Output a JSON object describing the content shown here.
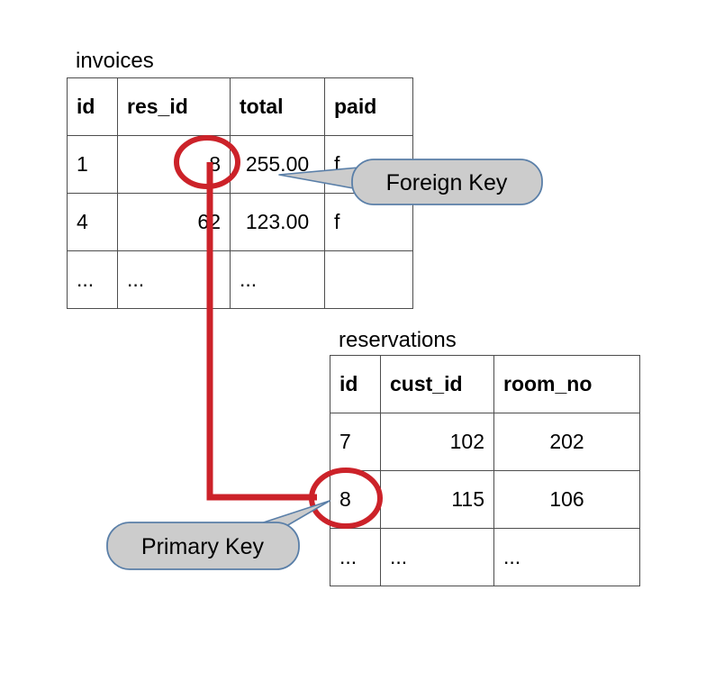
{
  "diagram": {
    "type": "database-relationship-diagram",
    "background_color": "#ffffff",
    "line_color": "#cc2229",
    "table_border_color": "#4d4d4d",
    "callout_fill": "#cccccc",
    "callout_border": "#5a7fa8",
    "text_color": "#000000"
  },
  "invoices": {
    "title": "invoices",
    "columns": [
      "id",
      "res_id",
      "total",
      "paid"
    ],
    "rows": [
      {
        "id": "1",
        "res_id": "8",
        "total": "255.00",
        "paid": "f"
      },
      {
        "id": "4",
        "res_id": "62",
        "total": "123.00",
        "paid": "f"
      },
      {
        "id": "...",
        "res_id": "...",
        "total": "...",
        "paid": ""
      }
    ]
  },
  "reservations": {
    "title": "reservations",
    "columns": [
      "id",
      "cust_id",
      "room_no"
    ],
    "rows": [
      {
        "id": "7",
        "cust_id": "102",
        "room_no": "202"
      },
      {
        "id": "8",
        "cust_id": "115",
        "room_no": "106"
      },
      {
        "id": "...",
        "cust_id": "...",
        "room_no": "..."
      }
    ]
  },
  "annotations": {
    "foreign_key": {
      "label": "Foreign Key",
      "target_table": "invoices",
      "target_column": "res_id",
      "target_value": "8"
    },
    "primary_key": {
      "label": "Primary Key",
      "target_table": "reservations",
      "target_column": "id",
      "target_value": "8"
    }
  }
}
